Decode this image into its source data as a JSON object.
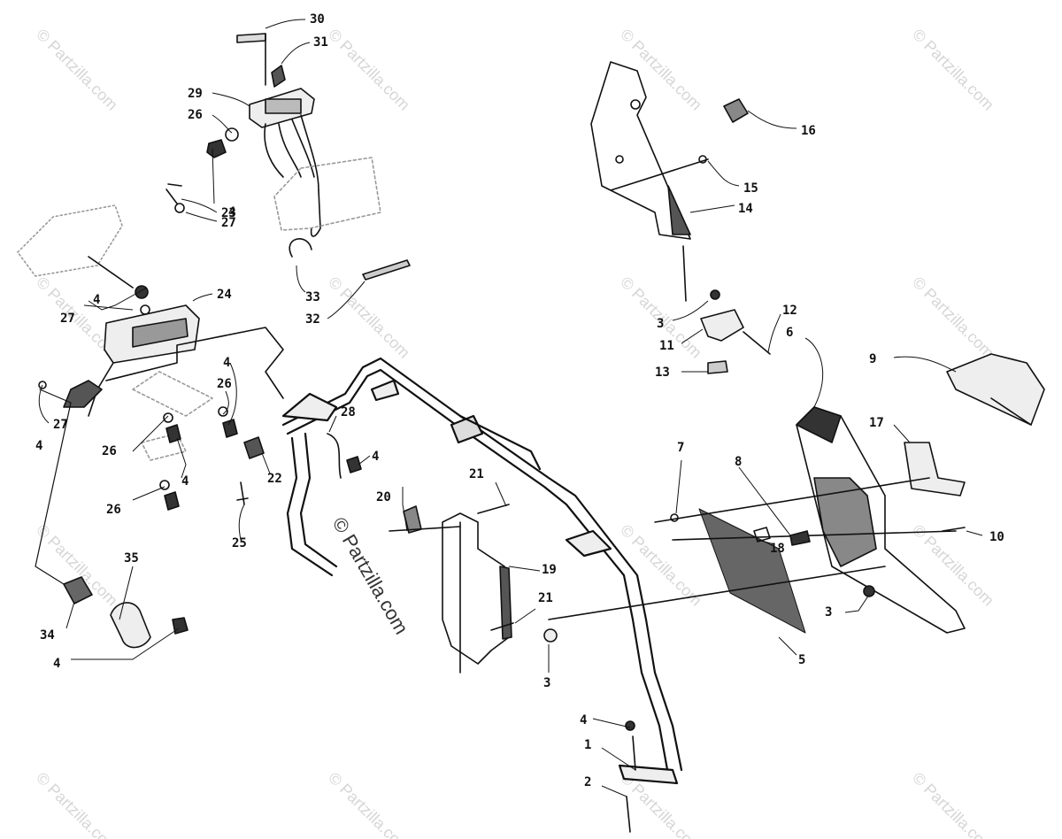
{
  "watermark": {
    "main": "© Partzilla.com",
    "tile": "© Partzilla.com"
  },
  "callouts": [
    {
      "id": "c30",
      "label": "30"
    },
    {
      "id": "c31",
      "label": "31"
    },
    {
      "id": "c29",
      "label": "29"
    },
    {
      "id": "c26a",
      "label": "26"
    },
    {
      "id": "c4a",
      "label": "4"
    },
    {
      "id": "c23",
      "label": "23"
    },
    {
      "id": "c27a",
      "label": "27"
    },
    {
      "id": "c33",
      "label": "33"
    },
    {
      "id": "c32",
      "label": "32"
    },
    {
      "id": "c4b",
      "label": "4"
    },
    {
      "id": "c27b",
      "label": "27"
    },
    {
      "id": "c24",
      "label": "24"
    },
    {
      "id": "c4c",
      "label": "4"
    },
    {
      "id": "c26b",
      "label": "26"
    },
    {
      "id": "c27c",
      "label": "27"
    },
    {
      "id": "c4d",
      "label": "4"
    },
    {
      "id": "c26c",
      "label": "26"
    },
    {
      "id": "c4e",
      "label": "4"
    },
    {
      "id": "c26d",
      "label": "26"
    },
    {
      "id": "c25",
      "label": "25"
    },
    {
      "id": "c28",
      "label": "28"
    },
    {
      "id": "c4f",
      "label": "4"
    },
    {
      "id": "c22",
      "label": "22"
    },
    {
      "id": "c20",
      "label": "20"
    },
    {
      "id": "c21a",
      "label": "21"
    },
    {
      "id": "c19",
      "label": "19"
    },
    {
      "id": "c21b",
      "label": "21"
    },
    {
      "id": "c35",
      "label": "35"
    },
    {
      "id": "c34",
      "label": "34"
    },
    {
      "id": "c4g",
      "label": "4"
    },
    {
      "id": "c16",
      "label": "16"
    },
    {
      "id": "c15",
      "label": "15"
    },
    {
      "id": "c14",
      "label": "14"
    },
    {
      "id": "c3a",
      "label": "3"
    },
    {
      "id": "c12",
      "label": "12"
    },
    {
      "id": "c11",
      "label": "11"
    },
    {
      "id": "c6",
      "label": "6"
    },
    {
      "id": "c13",
      "label": "13"
    },
    {
      "id": "c9",
      "label": "9"
    },
    {
      "id": "c17",
      "label": "17"
    },
    {
      "id": "c7",
      "label": "7"
    },
    {
      "id": "c8",
      "label": "8"
    },
    {
      "id": "c18",
      "label": "18"
    },
    {
      "id": "c10",
      "label": "10"
    },
    {
      "id": "c3b",
      "label": "3"
    },
    {
      "id": "c5",
      "label": "5"
    },
    {
      "id": "c3c",
      "label": "3"
    },
    {
      "id": "c4h",
      "label": "4"
    },
    {
      "id": "c1",
      "label": "1"
    },
    {
      "id": "c2",
      "label": "2"
    }
  ]
}
